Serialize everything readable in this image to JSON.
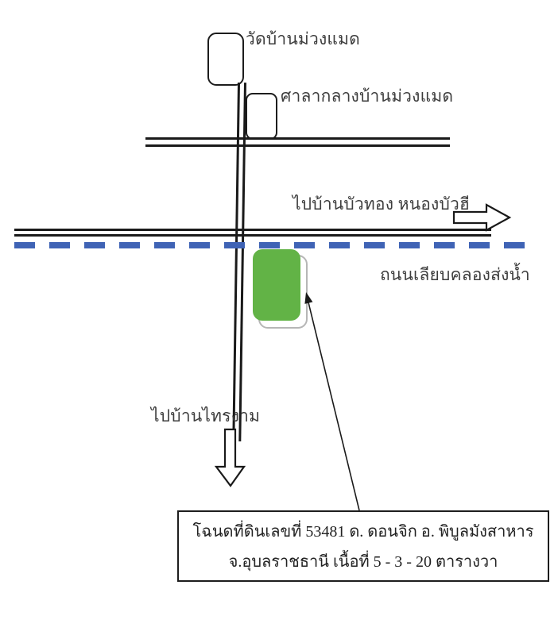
{
  "labels": {
    "temple": "วัดบ้านม่วงแมด",
    "village_hall": "ศาลากลางบ้านม่วงแมด",
    "east_direction": "ไปบ้านบัวทอง หนองบัวฮี",
    "canal_road": "ถนนเลียบคลองส่งน้ำ",
    "south_direction": "ไปบ้านไทรงาม"
  },
  "deed_box": {
    "line1": "โฉนดที่ดินเลขที่ 53481  ด. ดอนจิก  อ. พิบูลมังสาหาร",
    "line2": "จ.อุบลราชธานี เนื้อที่   5 - 3 - 20 ตารางวา"
  },
  "colors": {
    "plot_green": "#62b346",
    "canal_blue": "#3f63b5",
    "road_black": "#1a1a1a"
  }
}
